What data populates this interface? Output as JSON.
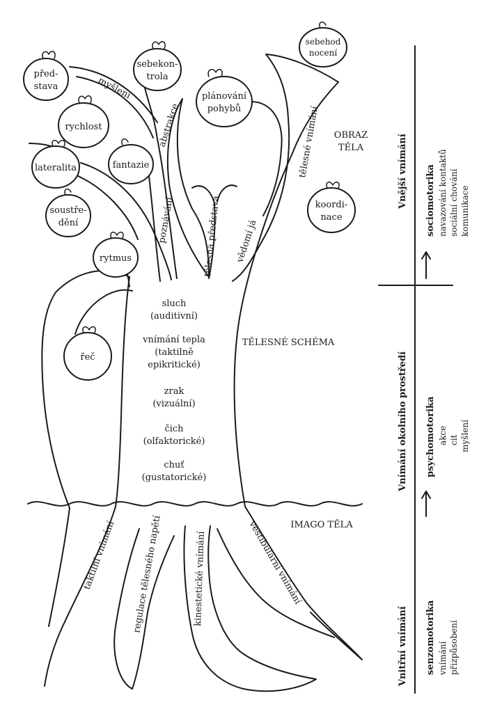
{
  "apples": {
    "predstava": [
      "před-",
      "stava"
    ],
    "sebekontrola": [
      "sebekon-",
      "trola"
    ],
    "sebehodnoceni": [
      "sebehod",
      "nocení"
    ],
    "planovani_pohybu": [
      "plánování",
      "pohybů"
    ],
    "rychlost": [
      "rychlost"
    ],
    "lateralita": [
      "lateralita"
    ],
    "fantazie": [
      "fantazie"
    ],
    "soustredeni": [
      "soustře-",
      "dění"
    ],
    "rytmus": [
      "rytmus"
    ],
    "koordinace": [
      "koordi-",
      "nace"
    ],
    "rec": [
      "řeč"
    ]
  },
  "branch_labels": {
    "mysleni": "myšlení",
    "abstrakce": "abstrakce",
    "poznavani": "poznávání",
    "telesna_predstava": "tělesná představa",
    "vedomi_ja": "vědomí já",
    "telesne_vnimani": "tělesné vnímání"
  },
  "regions": {
    "obraz_tela": [
      "OBRAZ",
      "TĚLA"
    ],
    "telesne_schema": "TĚLESNÉ SCHÉMA",
    "imago_tela": "IMAGO TĚLA"
  },
  "senses": [
    [
      "sluch",
      "(auditivní)"
    ],
    [
      "vnímání tepla",
      "(taktilně",
      "epikritické)"
    ],
    [
      "zrak",
      "(vizuální)"
    ],
    [
      "čich",
      "(olfaktorické)"
    ],
    [
      "chuť",
      "(gustatorické)"
    ]
  ],
  "roots": {
    "taktilni": "taktilní vnímání",
    "regulace": "regulace tělesného napětí",
    "kinestetic": "kinestetické vnímání",
    "vestibularni": "vestibulární vnímání"
  },
  "side_panel": {
    "vnejsi": {
      "heading": "Vnější vnímání",
      "title": "sociomotorika",
      "items": [
        "navazování kontaktů",
        "sociální chování",
        "komunikace"
      ]
    },
    "okoli": {
      "heading": "Vnímání okolního prostředí",
      "title": "psychomotorika",
      "items": [
        "akce",
        "cit",
        "myšlení"
      ]
    },
    "vnitrni": {
      "heading": "Vnitřní vnímání",
      "title": "senzomotorika",
      "items": [
        "vnímání",
        "přizpůsobení"
      ]
    }
  }
}
